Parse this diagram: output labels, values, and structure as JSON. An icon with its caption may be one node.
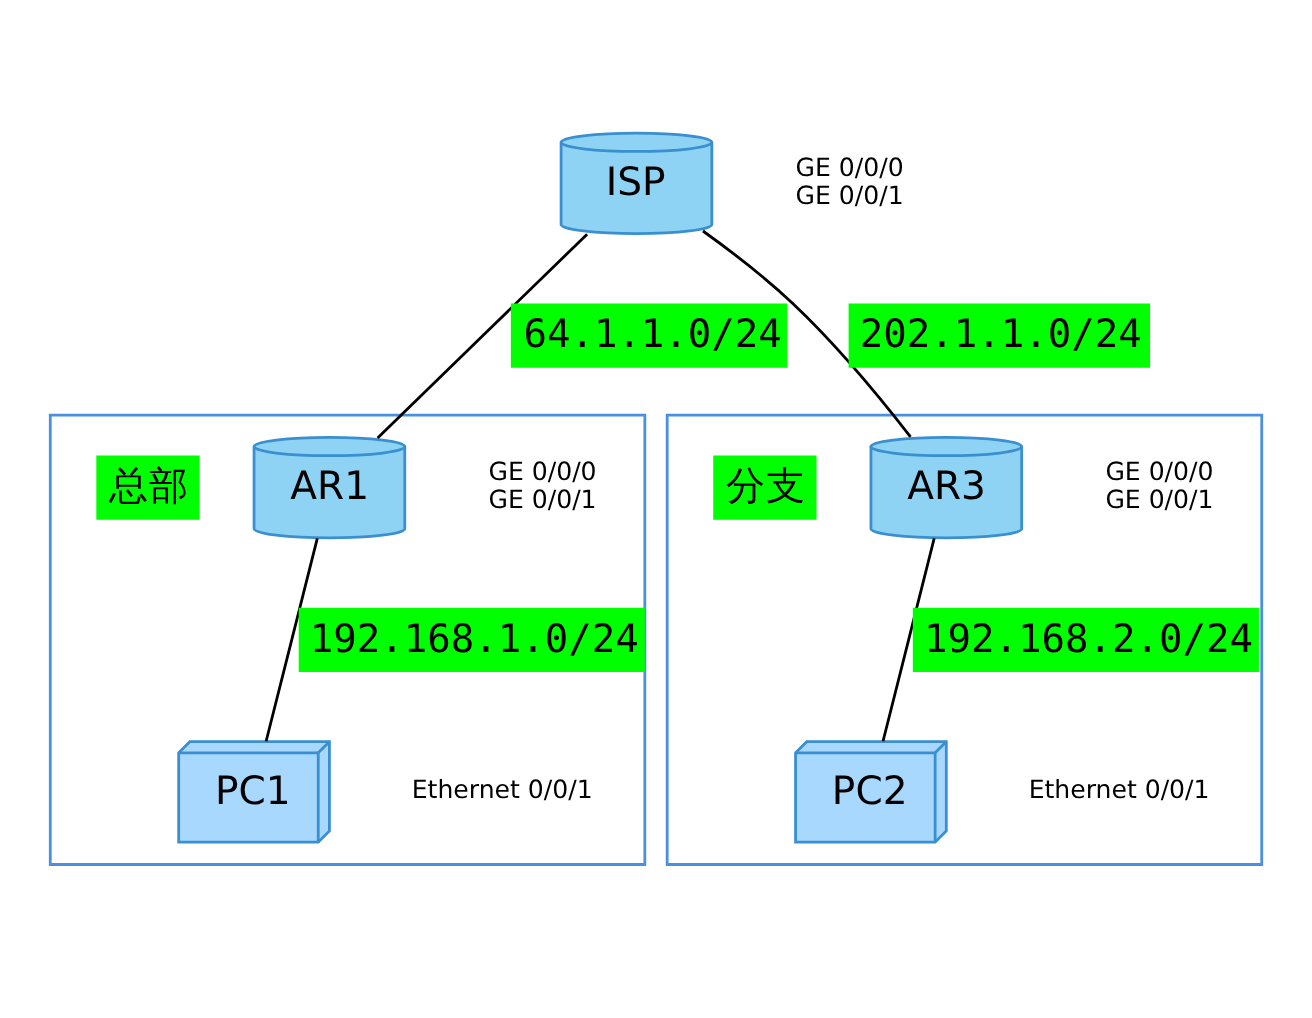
{
  "diagram": {
    "nodes": [
      {
        "text": [
          "ISP"
        ],
        "beside": [
          "GE 0/0/0",
          "GE 0/0/1"
        ]
      },
      {
        "text": [],
        "shape": "box"
      },
      {
        "text": [
          "AR1"
        ],
        "in": 1,
        "beside": [
          "GE 0/0/0",
          "GE 0/0/1"
        ]
      },
      {
        "text": [
          "PC1"
        ],
        "in": 1,
        "beside": [
          "Ethernet 0/0/1"
        ]
      },
      {
        "text": [],
        "shape": "box"
      },
      {
        "text": [
          "AR3"
        ],
        "in": 4,
        "beside": [
          "GE 0/0/0",
          "GE 0/0/1"
        ]
      },
      {
        "text": [
          "PC2"
        ],
        "in": 4,
        "beside": [
          "Ethernet 0/0/1"
        ]
      }
    ],
    "edges": [
      {
        "from": 0,
        "to": 2,
        "arrow": "none",
        "label": "64.1.1.0/24"
      },
      {
        "from": 0,
        "to": 5,
        "arrow": "none",
        "label": "202.1.1.0/24"
      },
      {
        "from": 2,
        "to": 3,
        "arrow": "none",
        "label": "192.168.1.0/24"
      },
      {
        "from": 5,
        "to": 6,
        "arrow": "none",
        "label": "192.168.2.0/24"
      }
    ],
    "labels": [
      "总部",
      "分支"
    ]
  }
}
